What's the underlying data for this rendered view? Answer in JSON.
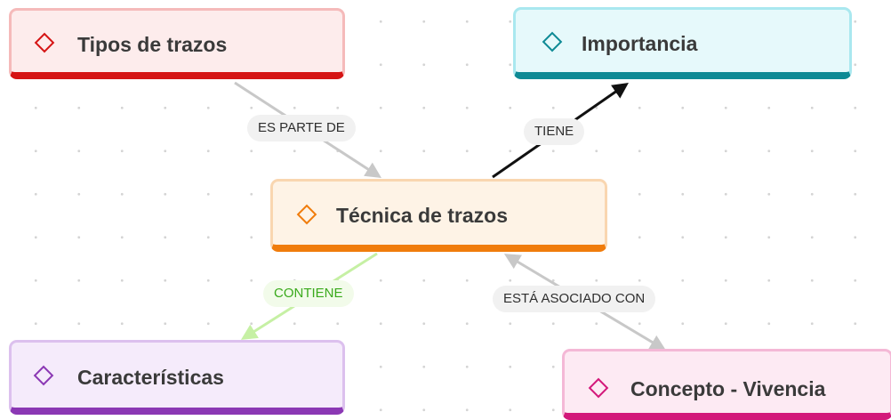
{
  "nodes": {
    "tipos": {
      "label": "Tipos de trazos",
      "icon": "diamond-icon",
      "color": "#d51414",
      "fill": "#fdecec",
      "border": "#f5baba"
    },
    "importancia": {
      "label": "Importancia",
      "icon": "diamond-icon",
      "color": "#0e8a95",
      "fill": "#e6f9fb",
      "border": "#a9e8ef"
    },
    "tecnica": {
      "label": "Técnica de trazos",
      "icon": "diamond-icon",
      "color": "#f07c0c",
      "fill": "#fef3e6",
      "border": "#f9d6b0"
    },
    "caracteristicas": {
      "label": "Características",
      "icon": "diamond-icon",
      "color": "#8b38b4",
      "fill": "#f5ebfb",
      "border": "#dcc0ee"
    },
    "concepto": {
      "label": "Concepto - Vivencia",
      "icon": "diamond-icon",
      "color": "#d3187a",
      "fill": "#fdeaf3",
      "border": "#f4b8d6"
    }
  },
  "edges": {
    "es_parte_de": {
      "label": "ES PARTE DE",
      "color": "#c8c8c8",
      "text_color": "#2e2e2e"
    },
    "tiene": {
      "label": "TIENE",
      "color": "#111111",
      "text_color": "#2e2e2e"
    },
    "contiene": {
      "label": "CONTIENE",
      "color": "#c6f0a4",
      "text_color": "#3aaa1c"
    },
    "esta_asociado_con": {
      "label": "ESTÁ ASOCIADO CON",
      "color": "#c8c8c8",
      "text_color": "#2e2e2e"
    }
  }
}
